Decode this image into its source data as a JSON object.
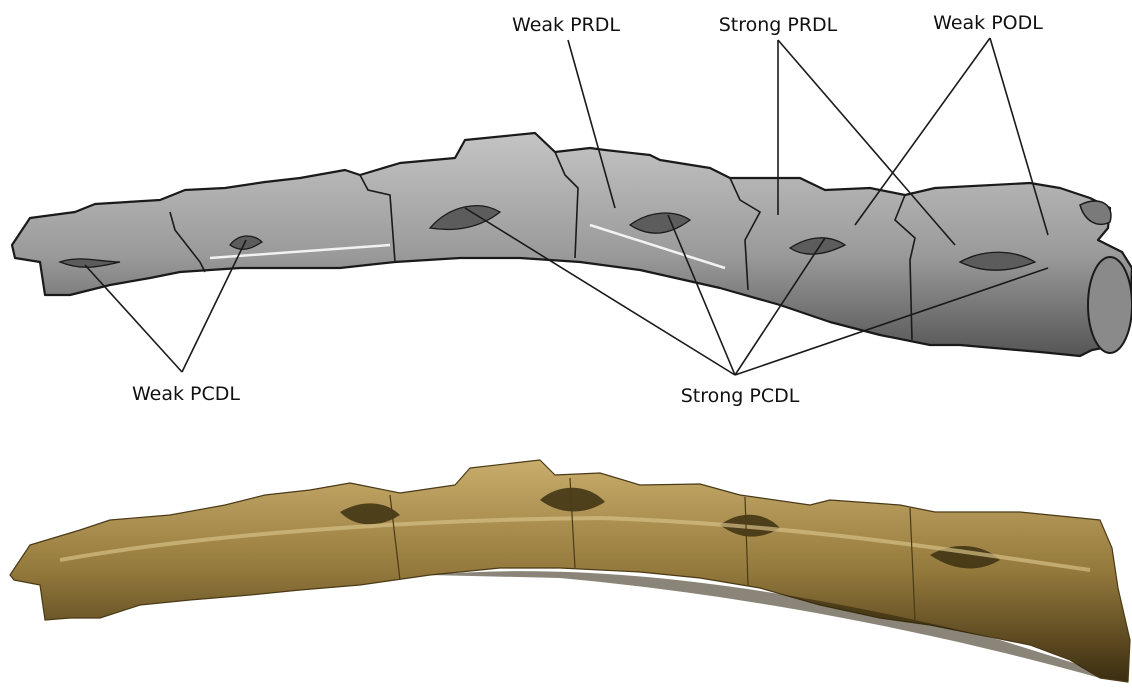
{
  "labels": {
    "weak_prdl": "Weak PRDL",
    "strong_prdl": "Strong PRDL",
    "weak_podl": "Weak PODL",
    "weak_pcdl": "Weak PCDL",
    "strong_pcdl": "Strong PCDL"
  },
  "colors": {
    "drawing_fill": "#9c9c9c",
    "drawing_outline": "#1a1a1a",
    "fossil_fill": "#8c7338",
    "fossil_light": "#c2a766",
    "fossil_shadow": "#3d3012",
    "leader_line": "#1a1a1a"
  }
}
